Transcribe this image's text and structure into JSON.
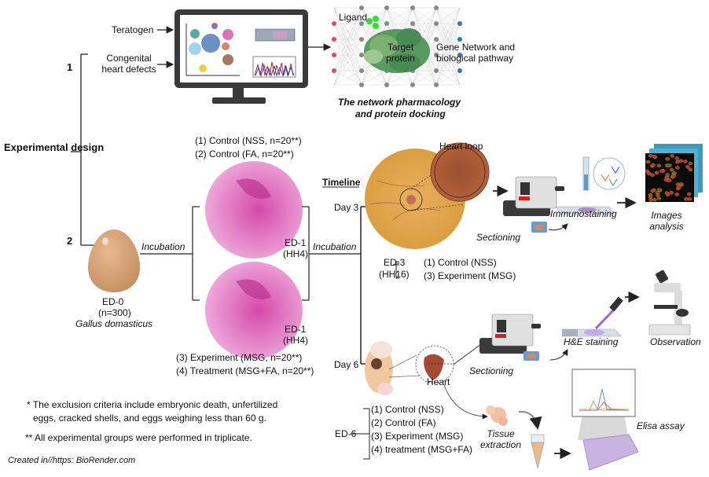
{
  "diagram": {
    "left": {
      "title": "Experimental design",
      "branch1_number": "1",
      "branch2_number": "2"
    },
    "branch1": {
      "inputs": [
        "Teratogen",
        "Congenital heart defects"
      ],
      "network": {
        "ligand": "Ligand",
        "target": "Target protein",
        "pathway": "Gene Network and biological pathway"
      },
      "caption_line1": "The network pharmacology",
      "caption_line2": "and protein docking"
    },
    "branch2": {
      "egg_stage": "ED-0",
      "egg_count": "(n=300)",
      "egg_species": "Gallus domasticus",
      "incubation_1": "Incubation",
      "incubation_2": "Incubation",
      "groups_top": [
        "(1) Control (NSS, n=20**)",
        "(2) Control (FA, n=20**)"
      ],
      "groups_bottom": [
        "(3) Experiment (MSG, n=20**)",
        "(4) Treatment (MSG+FA, n=20**)"
      ],
      "ed1_top": [
        "ED-1",
        "(HH4)"
      ],
      "ed1_bottom": [
        "ED-1",
        "(HH4)"
      ]
    },
    "timeline": {
      "title": "Timeline",
      "day3": "Day 3",
      "day6": "Day 6",
      "heart_loop": "Heart loop",
      "ed3_stage": [
        "ED-3",
        "(HH16)"
      ],
      "ed3_groups": [
        "(1) Control (NSS)",
        "(3) Experiment (MSG)"
      ],
      "heart": "Heart",
      "ed6_stage": "ED-6",
      "ed6_groups": [
        "(1) Control (NSS)",
        "(2) Control (FA)",
        "(3) Experiment (MSG)",
        "(4) treatment (MSG+FA)"
      ],
      "steps_day3": [
        "Sectioning",
        "Immunostaining",
        "Images analysis"
      ],
      "steps_day6": [
        "Sectioning",
        "H&E staining",
        "Observation"
      ],
      "tissue": "Tissue extraction",
      "elisa": "Elisa assay"
    },
    "notes": {
      "note1_line1": "* The exclusion criteria include embryonic death,  unfertilized",
      "note1_line2": "eggs, cracked shells, and eggs weighing less than 60 g.",
      "note2": "** All experimental groups were performed in triplicate.",
      "credit": "Created in//https: BioRender.com"
    },
    "colors": {
      "egg": "#d9a57a",
      "histology": "#e070c8",
      "embryo_disc": "#e0a84a",
      "heart": "#a44a36",
      "protein": "#5a9a60",
      "ligand": "#33dd33"
    }
  }
}
